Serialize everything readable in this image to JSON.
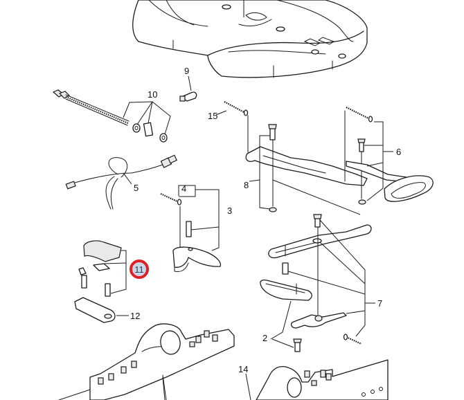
{
  "diagram": {
    "title": "Fifth wheel coupling – exploded parts view",
    "highlight_color": "#e01f25",
    "highlight_fill": "#c9d6e8",
    "callouts": {
      "c2": "2",
      "c3": "3",
      "c4": "4",
      "c5": "5",
      "c6": "6",
      "c7": "7",
      "c8": "8",
      "c9": "9",
      "c10": "10",
      "c11": "11",
      "c12": "12",
      "c14": "14",
      "c15": "15"
    },
    "highlighted_callout": "11"
  }
}
